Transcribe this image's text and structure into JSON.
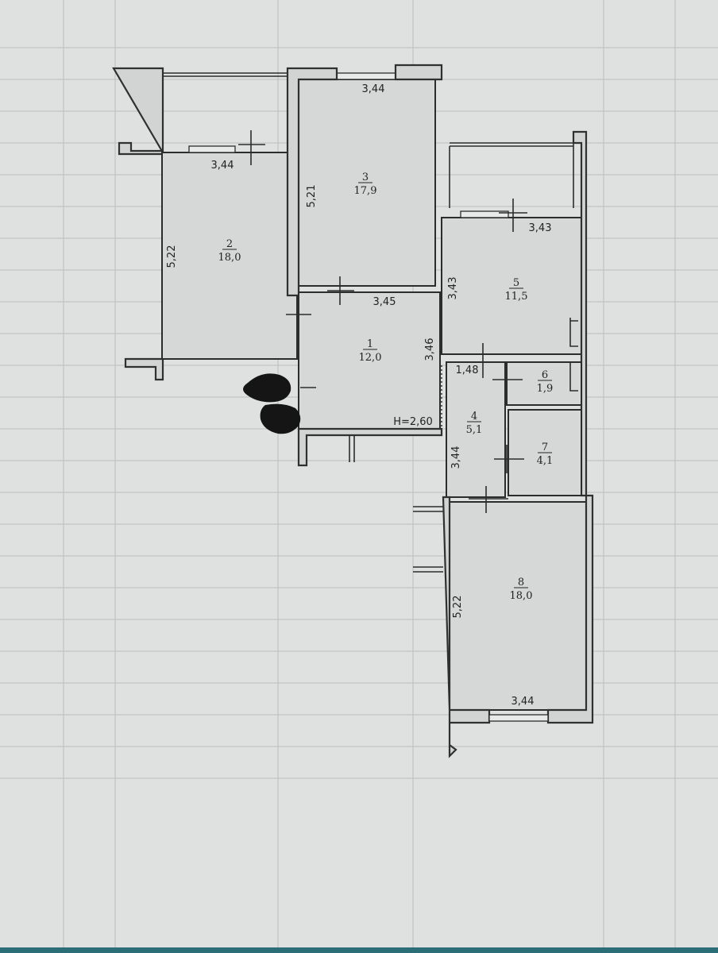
{
  "plan": {
    "ceiling_height": "H=2,60",
    "rooms": [
      {
        "id": "room-1",
        "number": "1",
        "area": "12,0"
      },
      {
        "id": "room-2",
        "number": "2",
        "area": "18,0"
      },
      {
        "id": "room-3",
        "number": "3",
        "area": "17,9"
      },
      {
        "id": "room-4",
        "number": "4",
        "area": "5,1"
      },
      {
        "id": "room-5",
        "number": "5",
        "area": "11,5"
      },
      {
        "id": "room-6",
        "number": "6",
        "area": "1,9"
      },
      {
        "id": "room-7",
        "number": "7",
        "area": "4,1"
      },
      {
        "id": "room-8",
        "number": "8",
        "area": "18,0"
      }
    ],
    "dimensions": {
      "room2_width": "3,44",
      "room2_height": "5,22",
      "room3_width": "3,44",
      "room3_height": "5,21",
      "room1_width": "3,45",
      "room1_height": "3,46",
      "room5_width": "3,43",
      "room5_height": "3,43",
      "room4_width": "1,48",
      "room4_height": "3,44",
      "room8_height": "5,22",
      "room8_width": "3,44"
    }
  }
}
